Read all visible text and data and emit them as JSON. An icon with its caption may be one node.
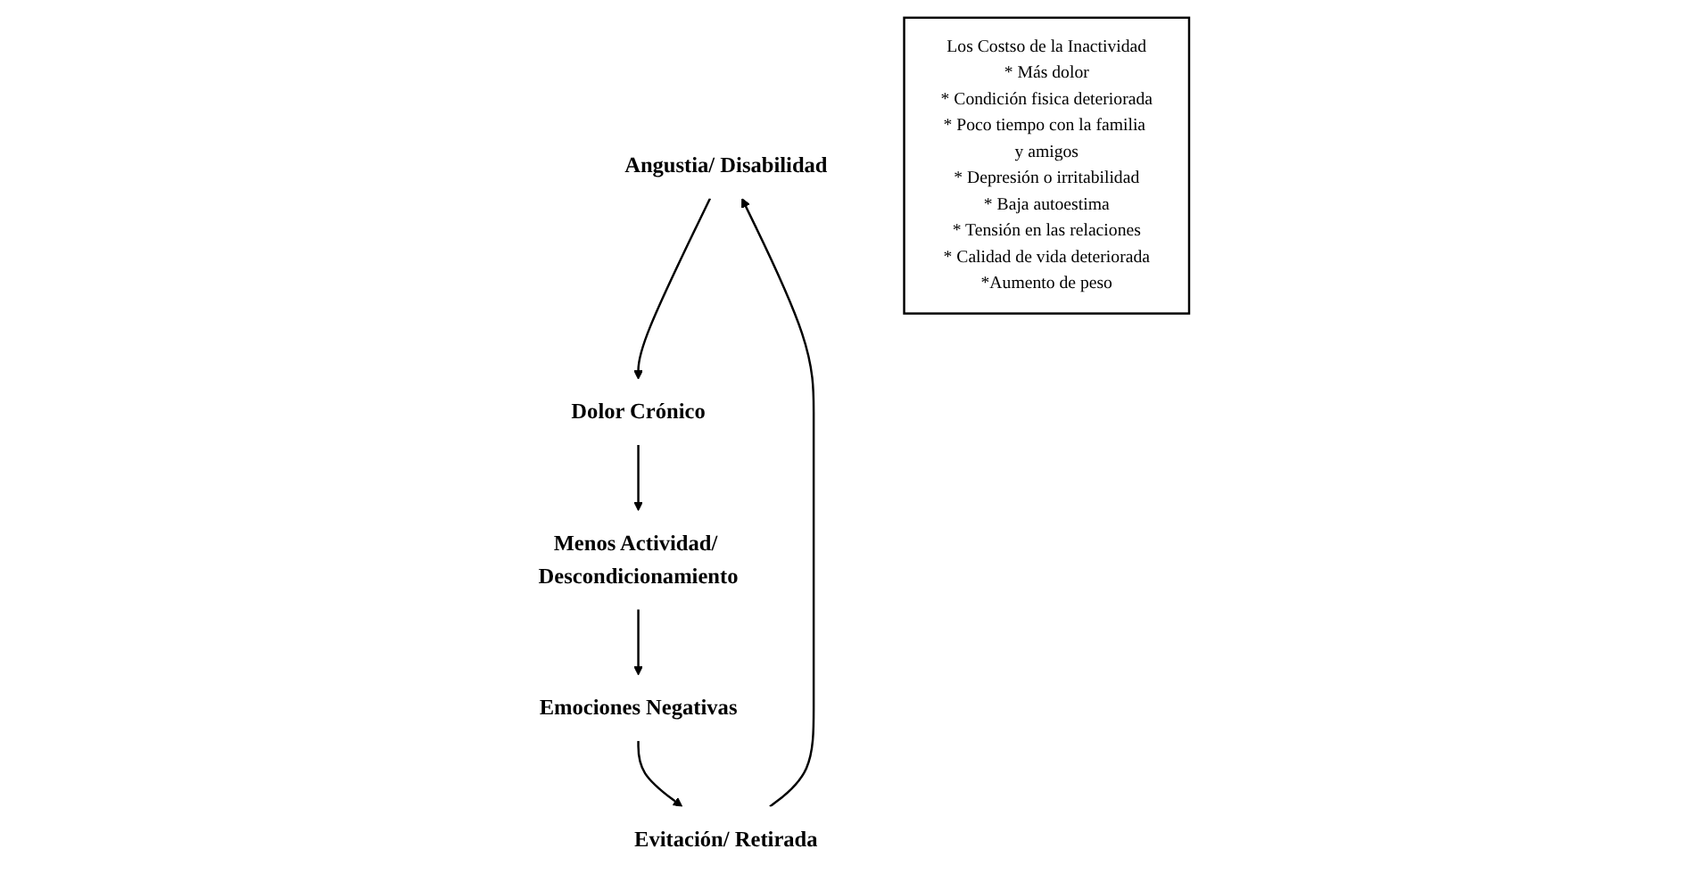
{
  "diagram": {
    "nodes": [
      {
        "text": [
          "Angustia/ Disabilidad"
        ]
      },
      {
        "text": [
          "Dolor Crónico"
        ]
      },
      {
        "text": [
          "Evitación/ Retirada"
        ]
      },
      {
        "text": [
          "Menos Actividad/ Descondicionamiento"
        ]
      },
      {
        "text": [
          "Emociones Negativas"
        ]
      },
      {
        "text": [
          "Los Costso de la Inactividad",
          "* Más dolor",
          "* Condición fisica deteriorada",
          "* Poco tiempo con la familia y amigos",
          "* Depresión o irritabilidad",
          "* Baja autoestima",
          "* Tensión en las relaciones",
          "* Calidad de vida deteriorada",
          "*Aumento de peso"
        ]
      }
    ],
    "edges": [
      {
        "from": 0,
        "to": 1,
        "arrow": "to"
      },
      {
        "from": 1,
        "to": 3,
        "arrow": "to"
      },
      {
        "from": 3,
        "to": 4,
        "arrow": "to"
      },
      {
        "from": 4,
        "to": 2,
        "arrow": "to"
      },
      {
        "from": 2,
        "to": 0,
        "arrow": "to"
      }
    ]
  }
}
